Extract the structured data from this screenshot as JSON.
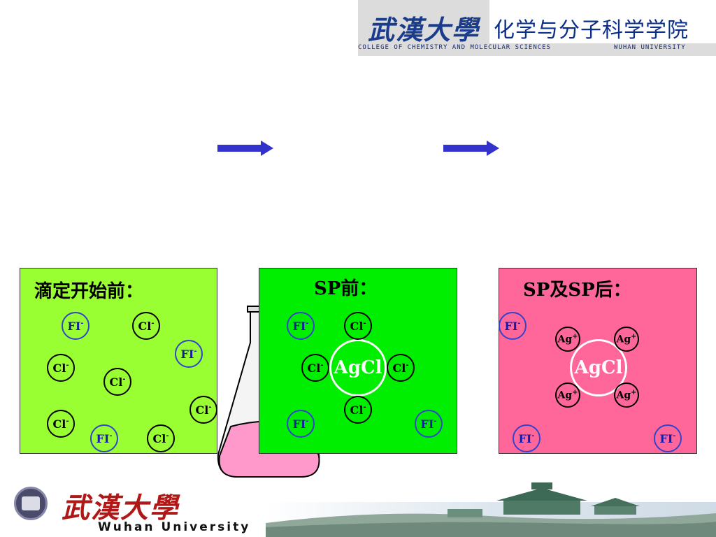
{
  "header": {
    "logo_text": "武漢大學",
    "college_name": "化学与分子科学学院",
    "subtitle_left": "COLLEGE OF CHEMISTRY AND MOLECULAR SCIENCES",
    "subtitle_right": "WUHAN UNIVERSITY"
  },
  "panels": [
    {
      "title": "滴定开始前：",
      "color": "#99ff33",
      "ions": [
        "FI-",
        "Cl-",
        "FI-",
        "Cl-",
        "Cl-",
        "Cl-",
        "Cl-",
        "FI-",
        "Cl-"
      ]
    },
    {
      "title": "SP前：",
      "color": "#00ee00",
      "precipitate": "AgCl",
      "ions": [
        "FI-",
        "Cl-",
        "Cl-",
        "Cl-",
        "Cl-",
        "FI-",
        "FI-"
      ]
    },
    {
      "title": "SP及SP后：",
      "color": "#ff6699",
      "precipitate": "AgCl",
      "ions": [
        "FI-",
        "Ag+",
        "Ag+",
        "Ag+",
        "Ag+",
        "FI-",
        "FI-"
      ]
    }
  ],
  "colors": {
    "fl_ion": "#3344cc",
    "cl_ion": "#000000",
    "arrow": "#3333cc",
    "flask_liquid": "#ff99cc"
  },
  "footer": {
    "logo_text": "武漢大學",
    "university_name": "Wuhan University"
  }
}
